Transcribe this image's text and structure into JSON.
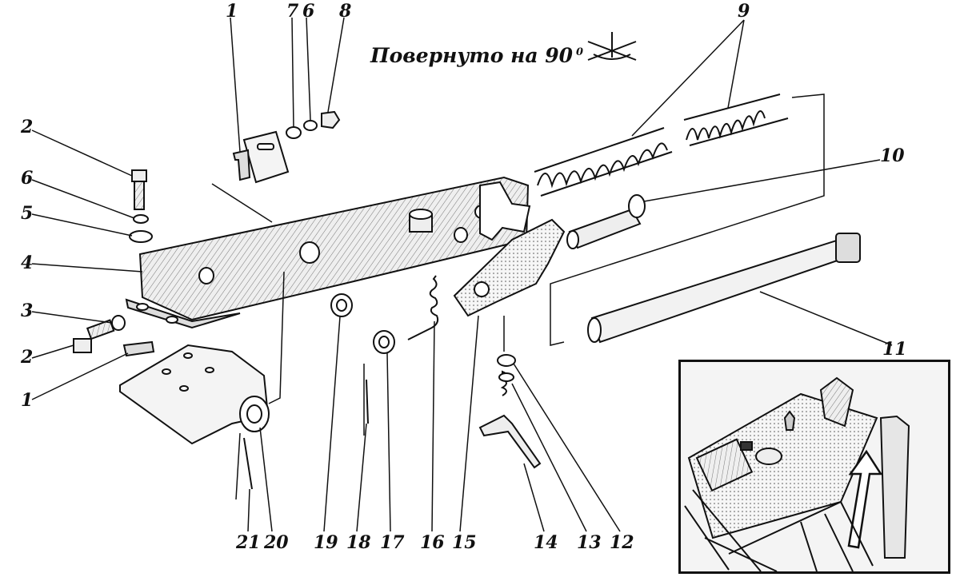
{
  "rotation_note": {
    "text": "Повернуто на 90",
    "degree": "0"
  },
  "callouts": {
    "c1_top": "1",
    "c7": "7",
    "c6_top": "6",
    "c8": "8",
    "c9": "9",
    "c2_top": "2",
    "c6": "6",
    "c5": "5",
    "c4": "4",
    "c3": "3",
    "c2": "2",
    "c1": "1",
    "c10": "10",
    "c11": "11",
    "c21": "21",
    "c20": "20",
    "c19": "19",
    "c18": "18",
    "c17": "17",
    "c16": "16",
    "c15": "15",
    "c14": "14",
    "c13": "13",
    "c12": "12"
  },
  "colors": {
    "ink": "#111111",
    "paper": "#ffffff",
    "shade": "#dcdcdc"
  }
}
